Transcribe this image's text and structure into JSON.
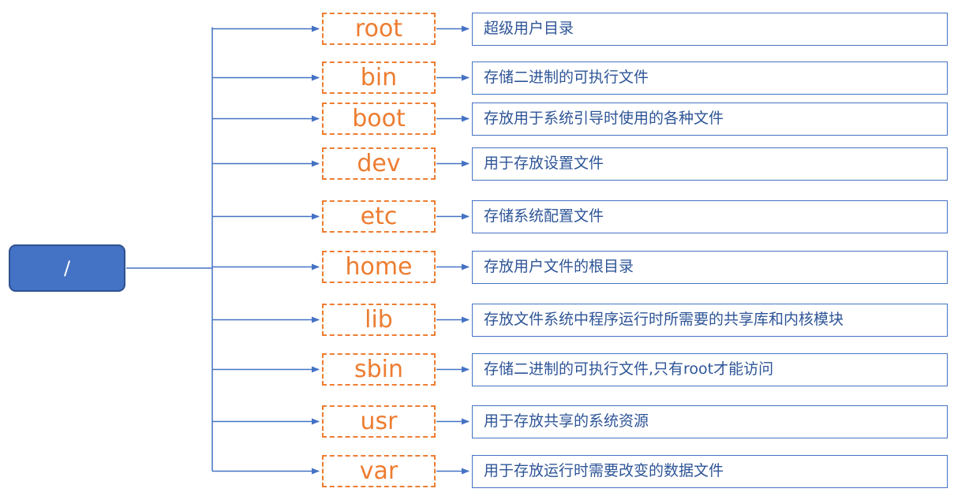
{
  "root": {
    "label": "/"
  },
  "entries": [
    {
      "dir": "root",
      "desc": "超级用户目录"
    },
    {
      "dir": "bin",
      "desc": "存储二进制的可执行文件"
    },
    {
      "dir": "boot",
      "desc": "存放用于系统引导时使用的各种文件"
    },
    {
      "dir": "dev",
      "desc": "用于存放设置文件"
    },
    {
      "dir": "etc",
      "desc": "存储系统配置文件"
    },
    {
      "dir": "home",
      "desc": "存放用户文件的根目录"
    },
    {
      "dir": "lib",
      "desc": "存放文件系统中程序运行时所需要的共享库和内核模块"
    },
    {
      "dir": "sbin",
      "desc": "存储二进制的可执行文件,只有root才能访问"
    },
    {
      "dir": "usr",
      "desc": "用于存放共享的系统资源"
    },
    {
      "dir": "var",
      "desc": "用于存放运行时需要改变的数据文件"
    }
  ],
  "colors": {
    "root_fill": "#4472c4",
    "root_border": "#2f528f",
    "connector": "#4472c4",
    "dir_accent": "#ed7d31",
    "desc_border": "#4472c4",
    "desc_text": "#2e5597"
  }
}
